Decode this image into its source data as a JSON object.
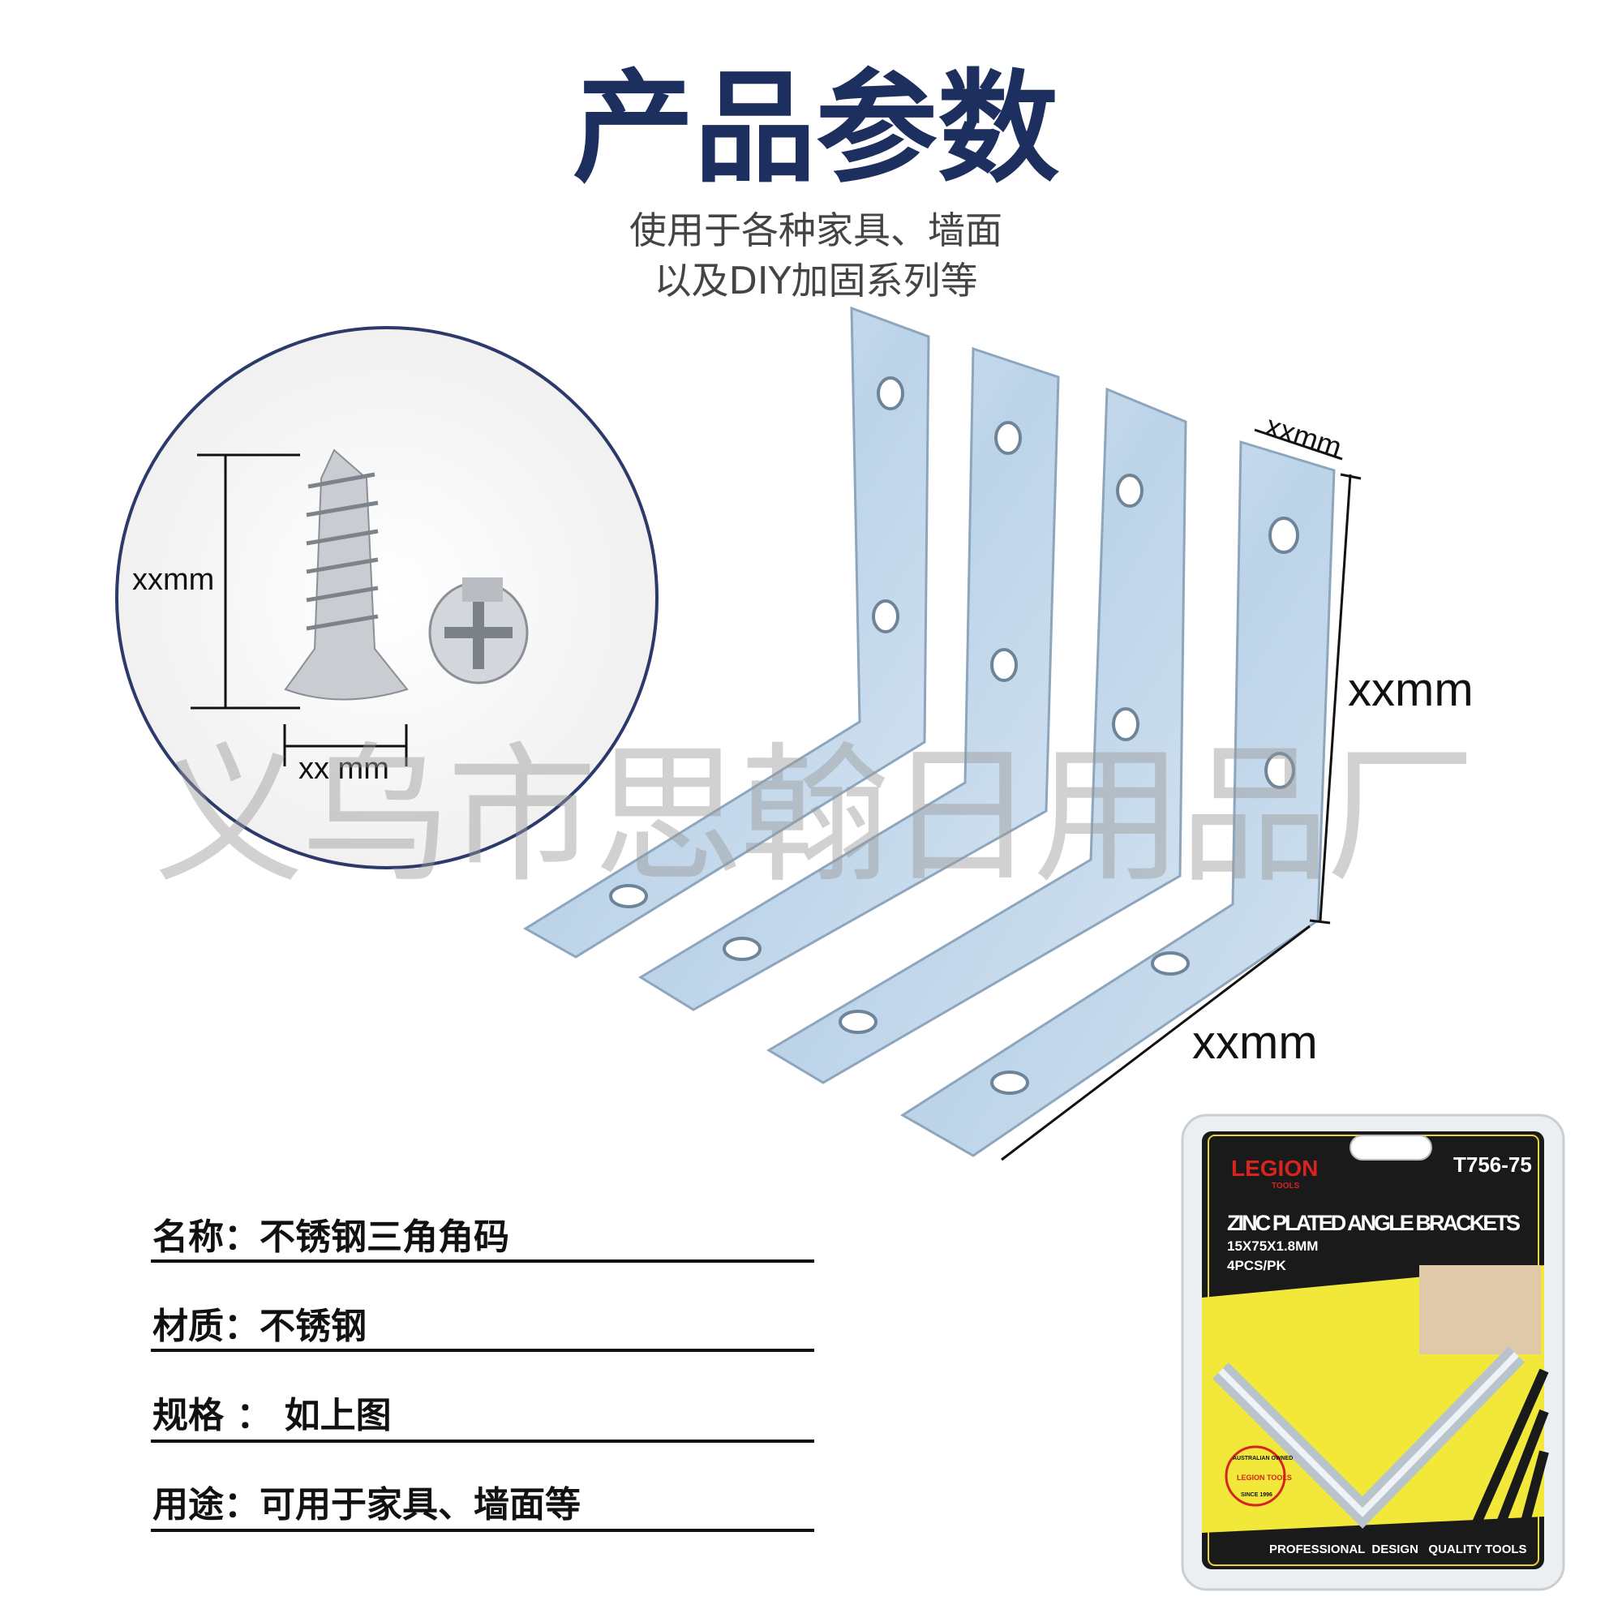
{
  "header": {
    "title": "产品参数",
    "subtitle_line1": "使用于各种家具、墙面",
    "subtitle_line2": "以及DIY加固系列等"
  },
  "screw_dimensions": {
    "length_label": "xxmm",
    "head_label": "xx mm"
  },
  "bracket_dimensions": {
    "width_label": "xxmm",
    "height_label": "xxmm",
    "length_label": "xxmm"
  },
  "watermark": "义乌市思翰日用品厂",
  "specs": [
    {
      "text": "名称：不锈钢三角角码"
    },
    {
      "text": "材质：不锈钢"
    },
    {
      "text": "规格 ： 如上图"
    },
    {
      "text": "用途：可用于家具、墙面等"
    }
  ],
  "package": {
    "brand": "LEGION",
    "brand_sub": "TOOLS",
    "model": "T756-75",
    "product": "ZINC PLATED ANGLE BRACKETS",
    "size": "15X75X1.8MM",
    "qty": "4PCS/PK",
    "seal_top": "AUSTRALIAN OWNED",
    "seal_mid": "LEGION TOOLS",
    "seal_bottom": "SINCE 1996",
    "footer": "PROFESSIONAL  DESIGN   QUALITY TOOLS"
  },
  "colors": {
    "title": "#1d2f5e",
    "circle": "#2b3a6b",
    "pack_yellow": "#f2e83a",
    "brand_red": "#d8231f"
  }
}
